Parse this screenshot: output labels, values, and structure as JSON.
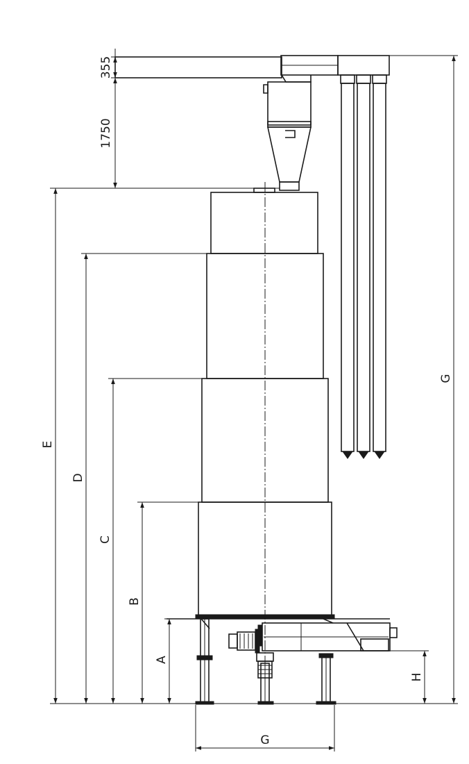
{
  "dimensions": {
    "top_clearance": "355",
    "cyclone_height": "1750",
    "A": "A",
    "B": "B",
    "C": "C",
    "D": "D",
    "E": "E",
    "G_total_height": "G",
    "G_base_width": "G",
    "H": "H"
  },
  "colors": {
    "line": "#1a1a1a",
    "background": "#ffffff"
  }
}
